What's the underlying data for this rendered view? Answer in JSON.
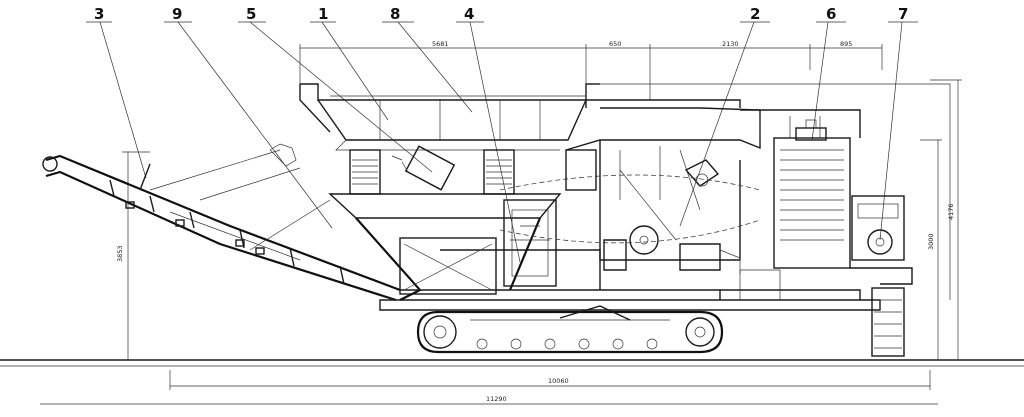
{
  "callouts": [
    {
      "id": "c3",
      "label": "3"
    },
    {
      "id": "c9",
      "label": "9"
    },
    {
      "id": "c5",
      "label": "5"
    },
    {
      "id": "c1",
      "label": "1"
    },
    {
      "id": "c8",
      "label": "8"
    },
    {
      "id": "c4",
      "label": "4"
    },
    {
      "id": "c2",
      "label": "2"
    },
    {
      "id": "c6",
      "label": "6"
    },
    {
      "id": "c7",
      "label": "7"
    }
  ],
  "dimensions": {
    "top_left": "5681",
    "top_mid": "650",
    "top_right": "2130",
    "top_far_right": "895",
    "left_height": "3853",
    "right_height_outer": "4176",
    "right_height_inner": "3000",
    "bottom_inner": "10060",
    "bottom_overall": "11290"
  },
  "colors": {
    "line": "#1a1a1a",
    "background": "#ffffff"
  }
}
